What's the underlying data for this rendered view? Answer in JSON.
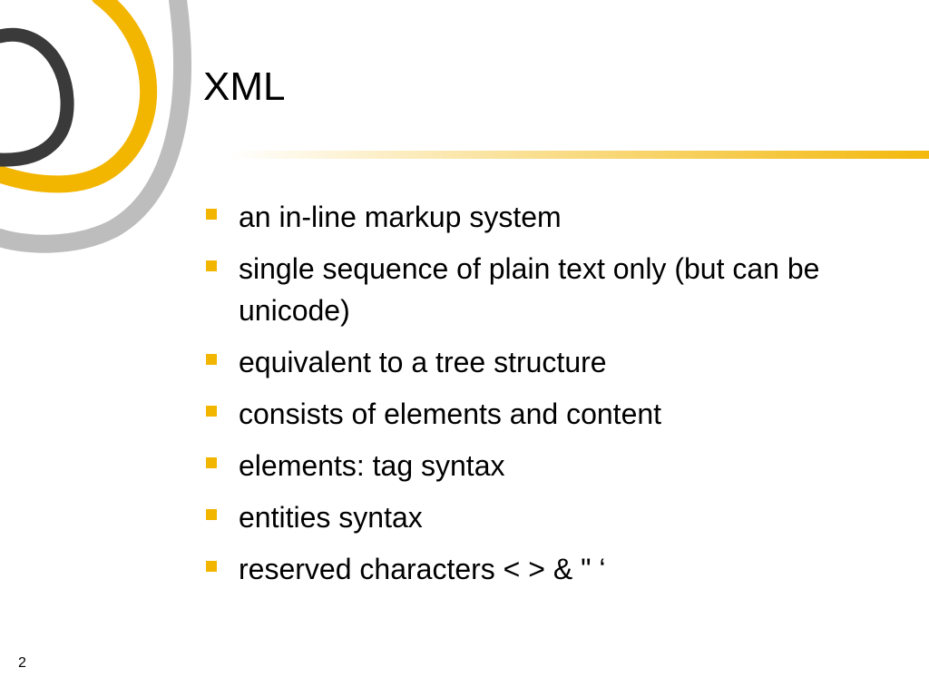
{
  "slide": {
    "title": "XML",
    "bullets": [
      "an in-line markup system",
      "single sequence of plain text only (but can be unicode)",
      "equivalent to a tree structure",
      "consists of elements and content",
      "elements: tag syntax",
      "entities syntax",
      "reserved characters < > & \"  ‘"
    ],
    "page_number": "2"
  },
  "colors": {
    "accent": "#f2b500",
    "dark_ring": "#3a3a3a",
    "light_ring": "#bdbdbd",
    "text": "#000000"
  }
}
